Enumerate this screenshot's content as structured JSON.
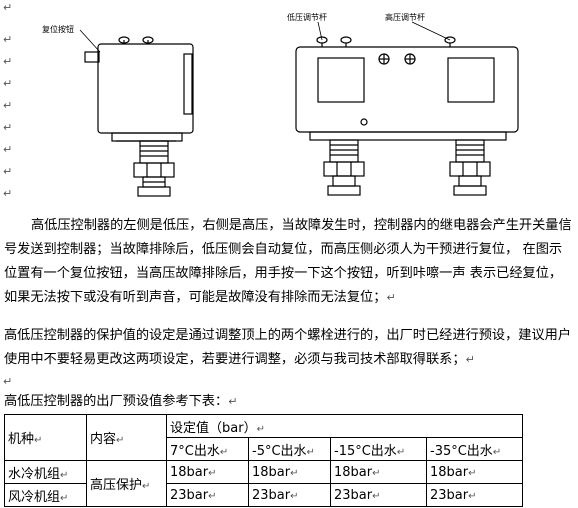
{
  "figure": {
    "reset_button_label": "复位按钮",
    "low_pressure_rod_label": "低压调节杆",
    "high_pressure_rod_label": "高压调节杆"
  },
  "return_mark": "↵",
  "paragraphs": [
    "高低压控制器的左侧是低压，右侧是高压，当故障发生时，控制器内的继电器会产生开关量信号发送到控制器；当故障排除后，低压侧会自动复位，而高压侧必须人为干预进行复位，  在图示位置有一个复位按钮，当高压故障排除后，用手按一下这个按钮，听到咔嚓一声  表示已经复位，如果无法按下或没有听到声音，可能是故障没有排除而无法复位；",
    "高低压控制器的保护值的设定是通过调整顶上的两个螺栓进行的，出厂时已经进行预设，建议用户使用中不要轻易更改这两项设定，若要进行调整，必须与我司技术部取得联系；",
    "高低压控制器的出厂预设值参考下表："
  ],
  "table": {
    "col_machine": "机种",
    "col_content": "内容",
    "col_setting": "设定值（bar）",
    "temps": [
      "7°C出水",
      "-5°C出水",
      "-15°C出水",
      "-35°C出水"
    ],
    "content_value": "高压保护",
    "rows": [
      {
        "machine": "水冷机组",
        "values": [
          "18bar",
          "18bar",
          "18bar",
          "18bar"
        ]
      },
      {
        "machine": "风冷机组",
        "values": [
          "23bar",
          "23bar",
          "23bar",
          "23bar"
        ]
      }
    ]
  }
}
